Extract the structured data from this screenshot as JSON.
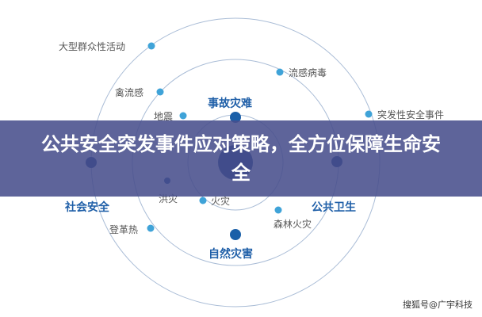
{
  "title": "公共安全突发事件应对策略，全方位保障生命安全",
  "categories": [
    "事故灾难",
    "社会安全",
    "公共卫生",
    "自然灾害"
  ],
  "items": [
    "大型群众性活动",
    "流感病毒",
    "禽流感",
    "突发性安全事件",
    "地震",
    "洪灾",
    "火灾",
    "森林火灾",
    "登革热"
  ],
  "watermark": "搜狐号@广宇科技",
  "colors": {
    "ring": "#9fb3cf",
    "dot_light": "#3fa3d8",
    "dot_dark": "#1a4f9c",
    "banner": "#484e8c"
  }
}
